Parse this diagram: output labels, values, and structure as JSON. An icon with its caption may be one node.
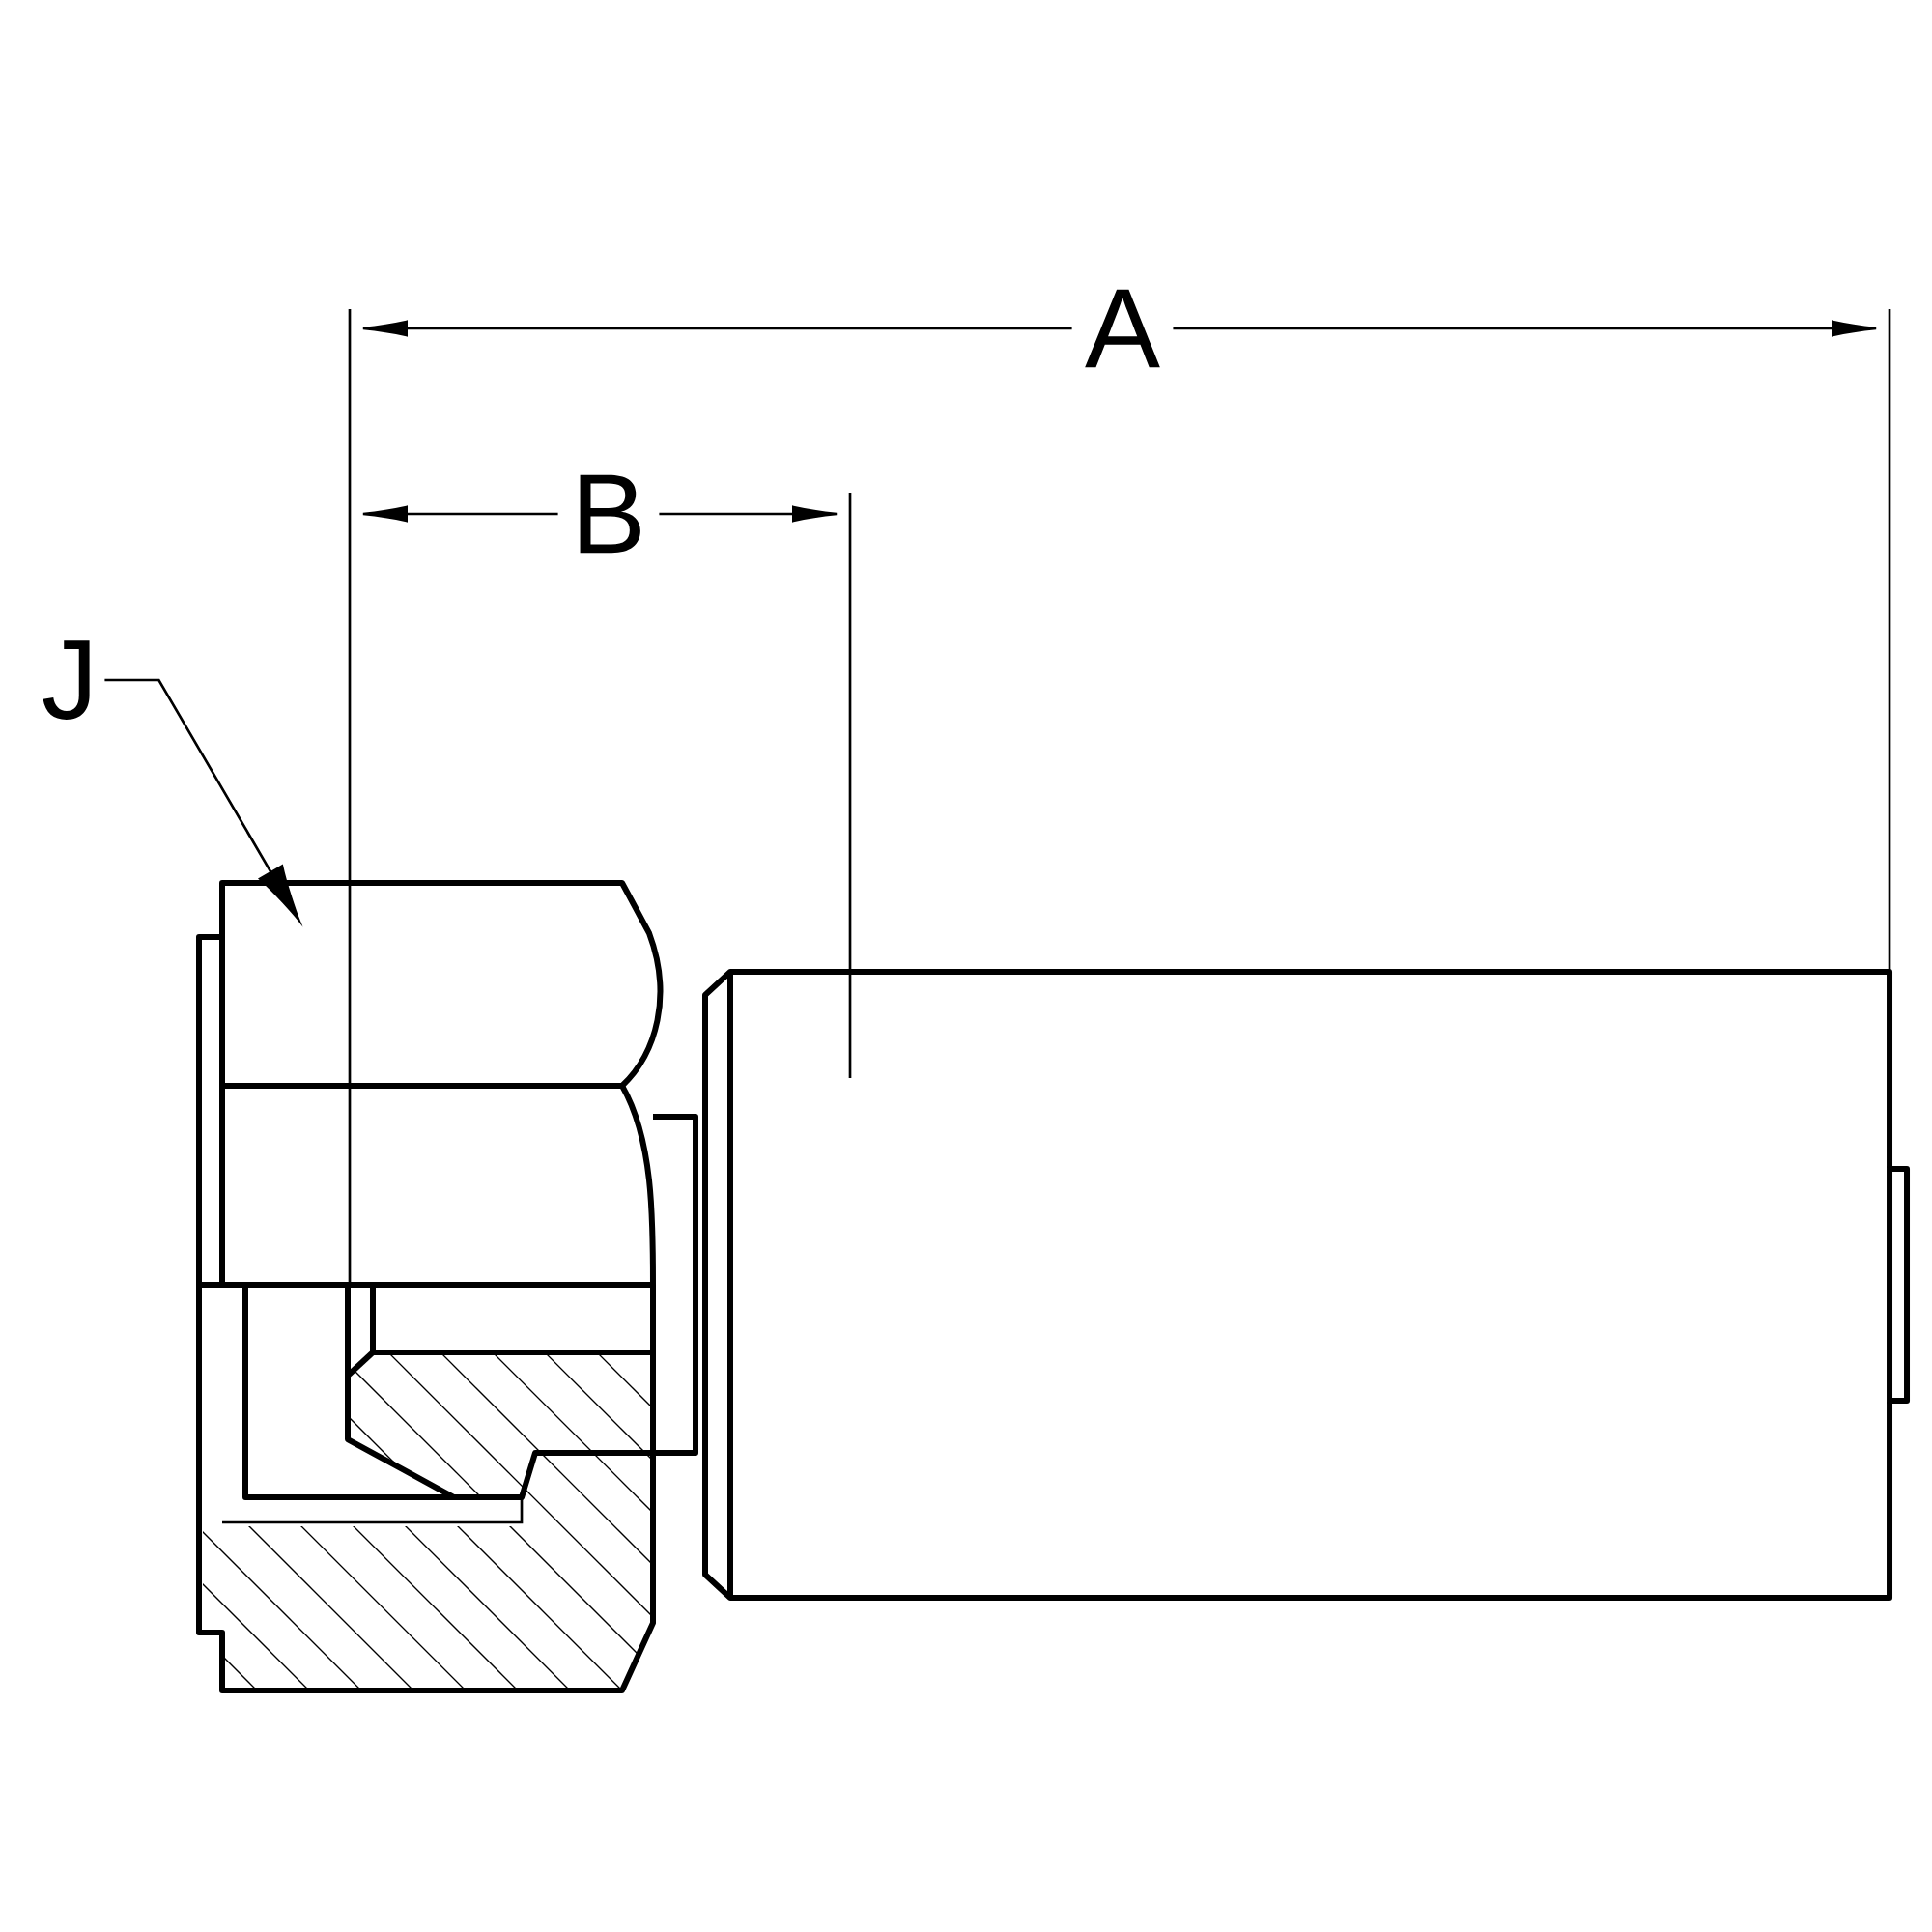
{
  "diagram": {
    "nodes": [
      {
        "text": [
          "J"
        ]
      },
      {
        "text": [],
        "shape": "picture"
      }
    ],
    "edges": [
      {
        "from": 0,
        "to": 1,
        "arrow": "to"
      }
    ],
    "labels": [
      "A",
      "B"
    ]
  }
}
